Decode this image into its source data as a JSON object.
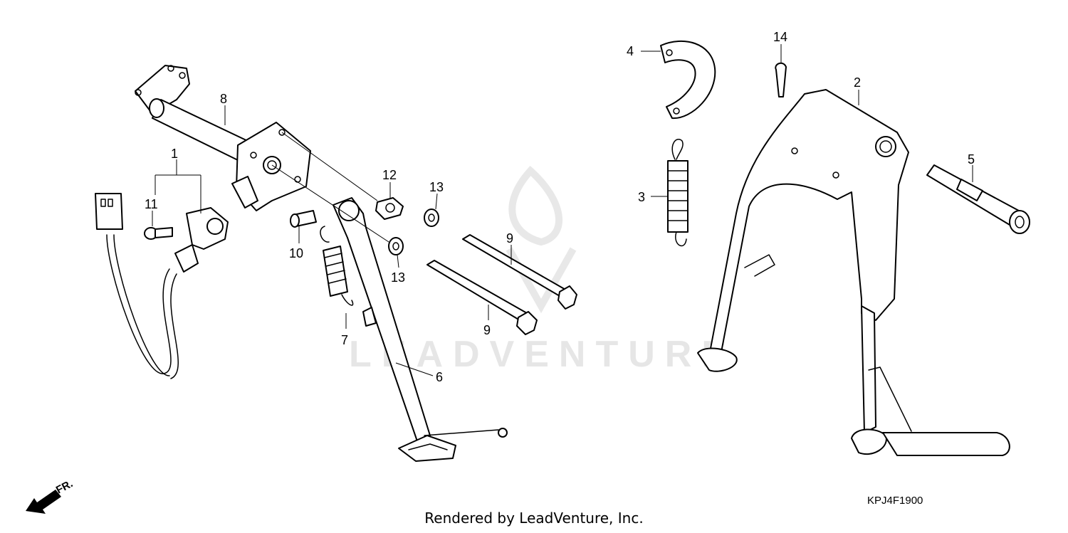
{
  "watermark": "LEADVENTURE",
  "footer": {
    "rendered_by": "Rendered by LeadVenture, Inc."
  },
  "diagram_code": "KPJ4F1900",
  "direction_label": "FR.",
  "callouts": {
    "c1": "1",
    "c2": "2",
    "c3": "3",
    "c4": "4",
    "c5": "5",
    "c6": "6",
    "c7": "7",
    "c8": "8",
    "c9a": "9",
    "c9b": "9",
    "c10": "10",
    "c11": "11",
    "c12": "12",
    "c13a": "13",
    "c13b": "13",
    "c14": "14"
  }
}
